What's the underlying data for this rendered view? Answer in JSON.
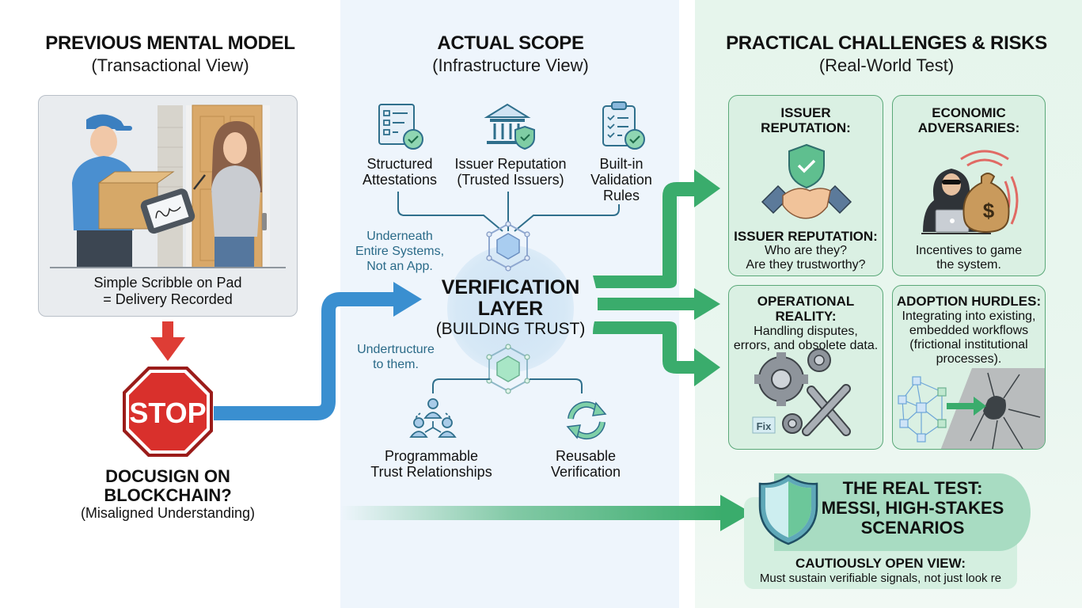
{
  "colors": {
    "blue_arrow": "#3a8fd0",
    "green_arrow": "#3aac6c",
    "stop_red": "#d9302c",
    "teal_icon": "#2f6f8c",
    "check_green": "#6cc79a",
    "middle_panel_bg": "#eef5fc",
    "right_panel_bg": "#e6f5ec",
    "card_bg": "#daf0e3",
    "card_border": "#5aa878"
  },
  "left_column": {
    "title": "PREVIOUS MENTAL MODEL",
    "subtitle": "(Transactional View)",
    "illustration": {
      "icon": "delivery-signature-illustration",
      "caption_line1": "Simple Scribble on Pad",
      "caption_line2": "= Delivery Recorded"
    },
    "stop_sign": {
      "icon": "stop-sign-icon",
      "text": "STOP"
    },
    "question_line1": "DOCUSIGN ON",
    "question_line2": "BLOCKCHAIN?",
    "question_note": "(Misaligned Understanding)"
  },
  "middle_column": {
    "title": "ACTUAL SCOPE",
    "subtitle": "(Infrastructure View)",
    "top_features": [
      {
        "icon": "checklist-document-icon",
        "line1": "Structured",
        "line2": "Attestations",
        "line3": ""
      },
      {
        "icon": "bank-shield-icon",
        "line1": "Issuer Reputation",
        "line2": "(Trusted Issuers)",
        "line3": ""
      },
      {
        "icon": "clipboard-check-icon",
        "line1": "Built-in",
        "line2": "Validation",
        "line3": "Rules"
      }
    ],
    "core": {
      "title_line1": "VERIFICATION",
      "title_line2": "LAYER",
      "subtitle": "(BUILDING TRUST)"
    },
    "note_top": [
      "Underneath",
      "Entire Systems,",
      "Not an App."
    ],
    "note_bottom": [
      "Undertructure",
      "to them."
    ],
    "bottom_features": [
      {
        "icon": "people-network-icon",
        "line1": "Programmable",
        "line2": "Trust Relationships"
      },
      {
        "icon": "refresh-cycle-icon",
        "line1": "Reusable",
        "line2": "Verification"
      }
    ]
  },
  "right_column": {
    "title": "PRACTICAL CHALLENGES & RISKS",
    "subtitle": "(Real-World Test)",
    "cards": [
      {
        "title": [
          "ISSUER",
          "REPUTATION:"
        ],
        "icon": "handshake-shield-icon",
        "subtitle": "ISSUER REPUTATION:",
        "text": [
          "Who are they?",
          "Are they trustworthy?"
        ]
      },
      {
        "title": [
          "ECONOMIC",
          "ADVERSARIES:"
        ],
        "icon": "hacker-money-bag-icon",
        "subtitle": "",
        "text": [
          "Incentives to game",
          "the system."
        ]
      },
      {
        "title": [
          "OPERATIONAL REALITY:"
        ],
        "icon": "gears-wrench-icon",
        "icon_label": "Fix",
        "text": [
          "Handling disputes,",
          "errors, and obsolete data."
        ]
      },
      {
        "title": [
          "ADOPTION HURDLES:"
        ],
        "icon": "network-cracked-wall-icon",
        "text": [
          "Integrating into existing,",
          "embedded workflows",
          "(frictional institutional",
          "processes)."
        ]
      }
    ],
    "real_test": {
      "icon": "shield-icon",
      "title": [
        "THE REAL TEST:",
        "MESSI, HIGH-STAKES",
        "SCENARIOS"
      ],
      "subtitle": "CAUTIOUSLY OPEN VIEW:",
      "text": "Must sustain verifiable signals, not just look re"
    }
  }
}
